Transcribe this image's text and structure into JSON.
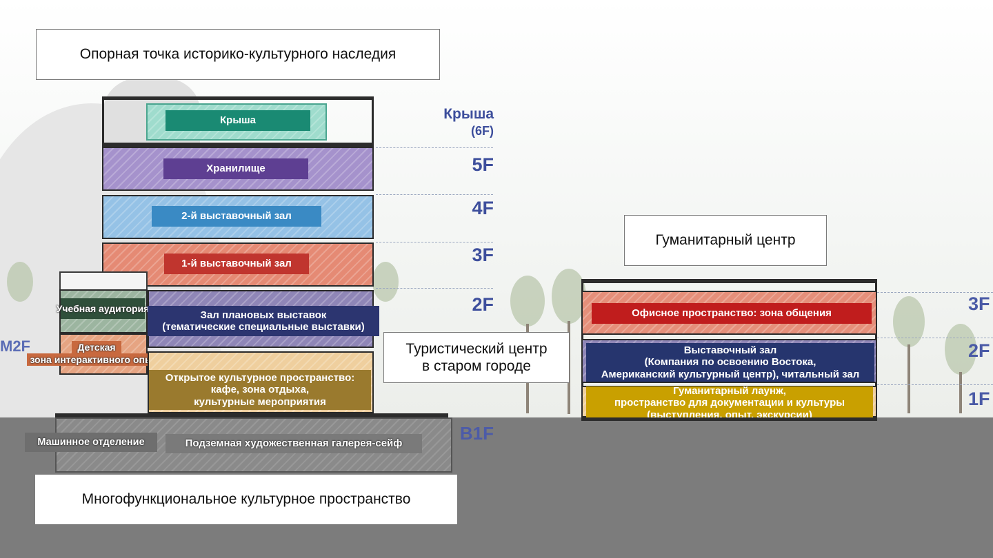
{
  "callouts": {
    "heritage": "Опорная точка историко-культурного наследия",
    "tourist_line1": "Туристический центр",
    "tourist_line2": "в старом городе",
    "humanities": "Гуманитарный центр",
    "multifunctional": "Многофункциональное культурное пространство"
  },
  "main_building": {
    "floor_tags": {
      "roof_line1": "Крыша",
      "roof_line2": "(6F)",
      "f5": "5F",
      "f4": "4F",
      "f3": "3F",
      "f2": "2F",
      "m2f": "M2F",
      "b1f": "B1F"
    },
    "spaces": {
      "roof": "Крыша",
      "storage": "Хранилище",
      "hall2": "2-й выставочный зал",
      "hall1": "1-й выставочный зал",
      "classroom": "Учебная аудитория",
      "planned_line1": "Зал плановых выставок",
      "planned_line2": "(тематические специальные выставки)",
      "kids_line1": "Детская",
      "kids_line2": "зона интерактивного опыта",
      "open_line1": "Открытое культурное пространство:",
      "open_line2": "кафе, зона отдыха,",
      "open_line3": "культурные мероприятия",
      "machine": "Машинное отделение",
      "gallery": "Подземная художественная галерея-сейф"
    }
  },
  "humanities_building": {
    "floor_tags": {
      "f3": "3F",
      "f2": "2F",
      "f1": "1F"
    },
    "spaces": {
      "office": "Офисное пространство: зона общения",
      "exhibit_line1": "Выставочный зал",
      "exhibit_line2": "(Компания по освоению Востока,",
      "exhibit_line3": "Американский культурный центр), читальный зал",
      "lounge_line1": "Гуманитарный лаунж,",
      "lounge_line2": "пространство для документации и культуры",
      "lounge_line3": "(выступления, опыт, экскурсии)"
    }
  },
  "colors": {
    "roof": "#1a8a73",
    "storage": "#5e3f92",
    "hall2": "#3a8ac4",
    "hall1": "#c0352e",
    "classroom": "#2f4f3a",
    "planned": "#2c3570",
    "kids": "#c8693f",
    "open": "#9a7a2e",
    "office": "#c01d1d",
    "exhibit": "#26356e",
    "lounge": "#c9a000",
    "floor_tag": "#3d4e9c"
  }
}
